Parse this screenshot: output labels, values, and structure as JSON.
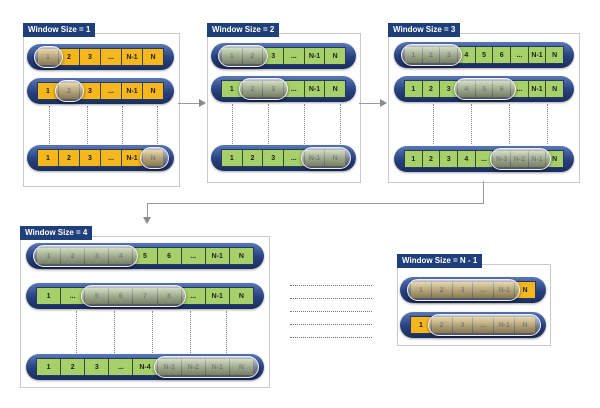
{
  "titles": [
    "Window Size = 1",
    "Window Size = 2",
    "Window Size = 3",
    "Window Size = 4",
    "Window Size = N - 1"
  ],
  "colors": {
    "title_bg": "#1f3f7a",
    "yellow": "#f4b81e",
    "green": "#a6d16a",
    "track": "#27407e"
  },
  "panel1": {
    "row1": [
      "1",
      "2",
      "3",
      "...",
      "N-1",
      "N"
    ],
    "row2": [
      "1",
      "2",
      "3",
      "...",
      "N-1",
      "N"
    ],
    "row3": [
      "1",
      "2",
      "3",
      "...",
      "N-1",
      "N"
    ]
  },
  "panel2": {
    "row1": [
      "1",
      "2",
      "3",
      "...",
      "N-1",
      "N"
    ],
    "row2": [
      "1",
      "2",
      "3",
      "...",
      "N-1",
      "N"
    ],
    "row3": [
      "1",
      "2",
      "3",
      "...",
      "N-1",
      "N"
    ]
  },
  "panel3": {
    "row1": [
      "1",
      "2",
      "3",
      "4",
      "5",
      "6",
      "...",
      "N-1",
      "N"
    ],
    "row2": [
      "1",
      "2",
      "3",
      "4",
      "5",
      "6",
      "...",
      "N-1",
      "N"
    ],
    "row3": [
      "1",
      "2",
      "3",
      "4",
      "...",
      "N-3",
      "N-2",
      "N-1",
      "N"
    ]
  },
  "panel4": {
    "row1": [
      "1",
      "2",
      "3",
      "4",
      "5",
      "6",
      "...",
      "N-1",
      "N"
    ],
    "row2": [
      "1",
      "...",
      "5",
      "6",
      "7",
      "8",
      "...",
      "N-1",
      "N"
    ],
    "row3": [
      "1",
      "2",
      "3",
      "...",
      "N-4",
      "N-3",
      "N-2",
      "N-1",
      "N"
    ]
  },
  "panel5": {
    "row1": [
      "1",
      "2",
      "3",
      "...",
      "N-1",
      "N"
    ],
    "row2": [
      "1",
      "2",
      "3",
      "...",
      "N-1",
      "N"
    ]
  }
}
